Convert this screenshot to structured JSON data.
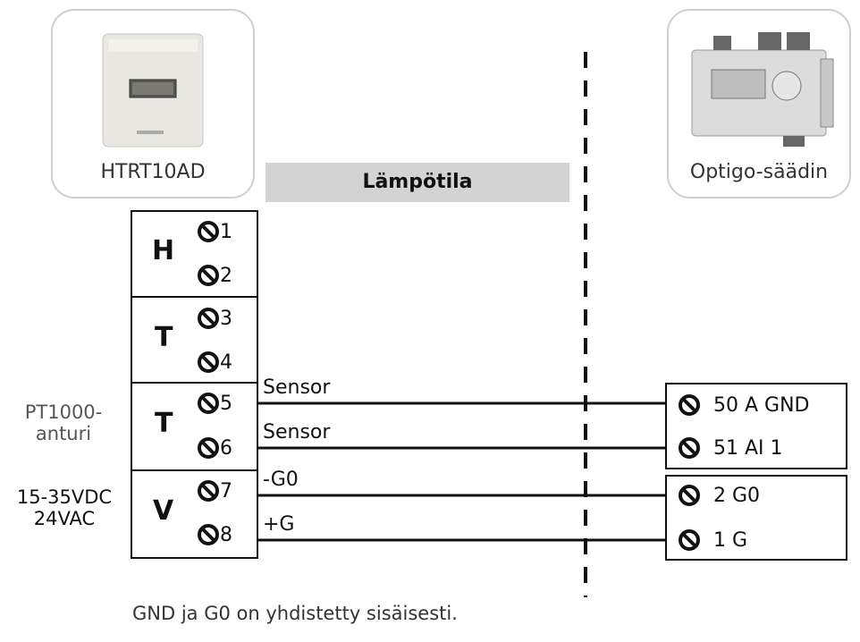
{
  "devices": {
    "left": {
      "name": "HTRT10AD"
    },
    "right": {
      "name": "Optigo-säädin"
    }
  },
  "banner": "Lämpötila",
  "blocks": [
    {
      "letter": "H",
      "terminals": [
        "1",
        "2"
      ]
    },
    {
      "letter": "T",
      "terminals": [
        "3",
        "4"
      ]
    },
    {
      "letter": "T",
      "terminals": [
        "5",
        "6"
      ]
    },
    {
      "letter": "V",
      "terminals": [
        "7",
        "8"
      ]
    }
  ],
  "side_labels": {
    "sensor_line1": "PT1000-",
    "sensor_line2": "anturi",
    "power_line1": "15-35VDC",
    "power_line2": "24VAC"
  },
  "wires": [
    {
      "label": "Sensor",
      "target": "50 A GND"
    },
    {
      "label": "Sensor",
      "target": "51 AI 1"
    },
    {
      "label": "-G0",
      "target": "2 G0"
    },
    {
      "label": "+G",
      "target": "1 G"
    }
  ],
  "footer": "GND ja G0 on yhdistetty sisäisesti.",
  "colors": {
    "line": "#111111",
    "banner": "#d3d3d3",
    "card_border": "#cfcfcf"
  }
}
